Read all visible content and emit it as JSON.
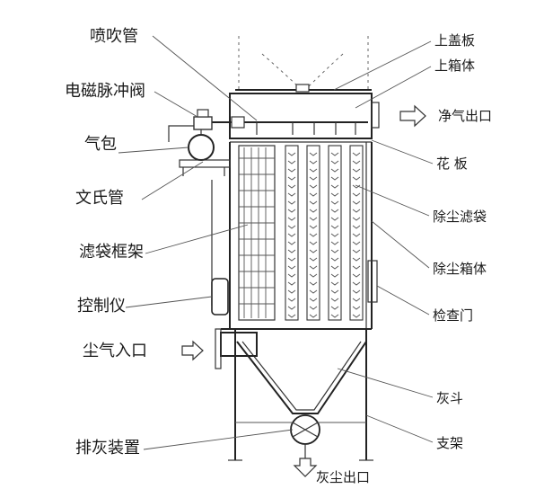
{
  "diagram": {
    "labels_left": {
      "blow_pipe": "喷吹管",
      "pulse_valve": "电磁脉冲阀",
      "air_bag": "气包",
      "venturi": "文氏管",
      "bag_cage": "滤袋框架",
      "controller": "控制仪",
      "dust_inlet": "尘气入口",
      "discharge": "排灰装置"
    },
    "labels_right": {
      "top_cover": "上盖板",
      "upper_box": "上箱体",
      "clean_outlet": "净气出口",
      "tube_sheet": "花 板",
      "filter_bag": "除尘滤袋",
      "dust_box": "除尘箱体",
      "inspection_door": "检查门",
      "hopper": "灰斗",
      "support": "支架"
    },
    "labels_bottom": {
      "dust_outlet": "灰尘出口"
    },
    "colors": {
      "line": "#333333",
      "text": "#1a1a1a",
      "background": "#ffffff"
    }
  }
}
